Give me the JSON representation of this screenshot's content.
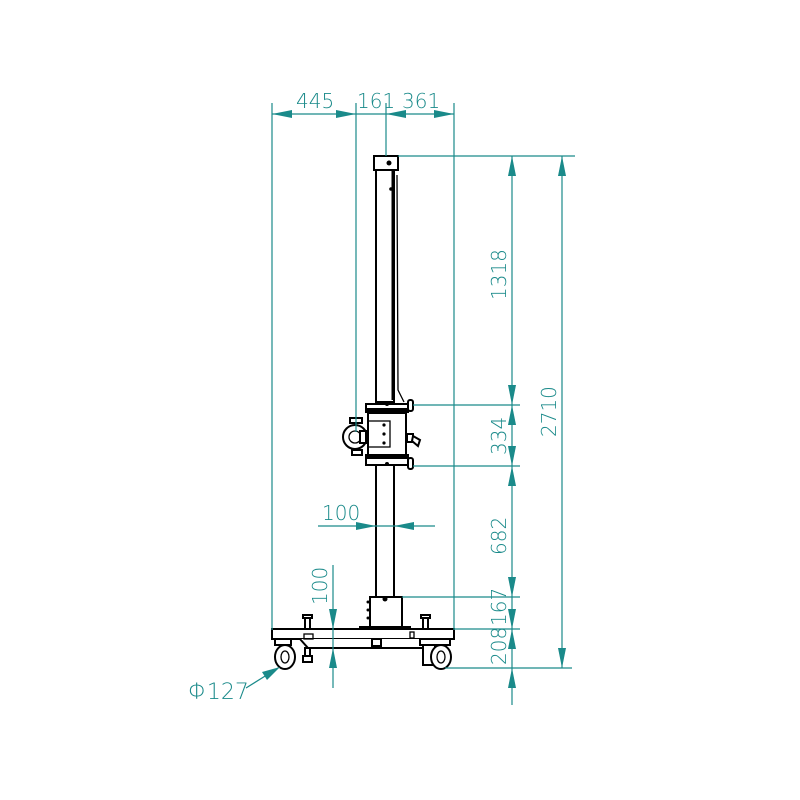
{
  "drawing": {
    "type": "technical dimension drawing",
    "subject": "mobile stand column on wheeled base",
    "colors": {
      "dimension": "#1a8a8a",
      "object": "#000000",
      "background": "#ffffff"
    },
    "horizontal_dimensions": {
      "top_left": "445",
      "top_center": "161",
      "top_right": "361",
      "column_width": "100"
    },
    "vertical_dimensions": {
      "upper_column": "1318",
      "clamp_block": "334",
      "lower_column": "682",
      "base_sleeve": "167",
      "base_height": "208",
      "overall_height": "2710",
      "foot_height": "100"
    },
    "wheel_diameter": "Φ127"
  }
}
